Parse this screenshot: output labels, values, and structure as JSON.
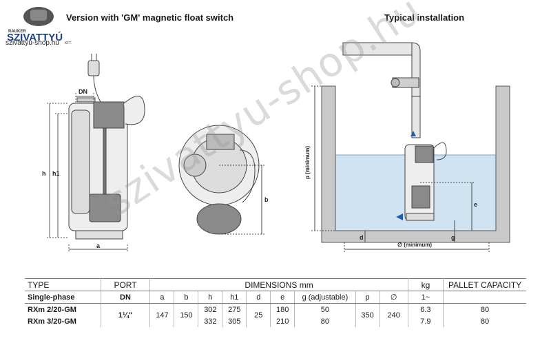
{
  "logo": {
    "brand_small": "RAUKER",
    "brand_main": "SZIVATTYÚ",
    "brand_suffix": "KFT.",
    "url": "szivattyu-shop.hu"
  },
  "titles": {
    "left": "Version with 'GM' magnetic float switch",
    "right": "Typical installation"
  },
  "watermark": "szivattyu-shop.hu",
  "diagram_labels": {
    "dn": "DN",
    "h": "h",
    "h1": "h1",
    "a": "a",
    "b": "b",
    "p": "p (minimum)",
    "e": "e",
    "d": "d",
    "g": "g",
    "min": "∅ (minimum)"
  },
  "table": {
    "header1": {
      "type": "TYPE",
      "port": "PORT",
      "dims": "DIMENSIONS mm",
      "kg": "kg",
      "pallet": "PALLET CAPACITY"
    },
    "header2": {
      "type": "Single-phase",
      "port": "DN",
      "cols": [
        "a",
        "b",
        "h",
        "h1",
        "d",
        "e",
        "g (adjustable)",
        "p",
        "∅"
      ],
      "kg": "1~"
    },
    "rows": [
      {
        "type": "RXm 2/20-GM",
        "port": "1¼\"",
        "a": "147",
        "b": "150",
        "h": "302",
        "h1": "275",
        "d": "25",
        "e": "180",
        "g": "50",
        "p": "350",
        "dia": "240",
        "kg": "6.3",
        "pallet": "80"
      },
      {
        "type": "RXm 3/20-GM",
        "h": "332",
        "h1": "305",
        "e": "210",
        "g": "80",
        "kg": "7.9",
        "pallet": "80"
      }
    ]
  }
}
